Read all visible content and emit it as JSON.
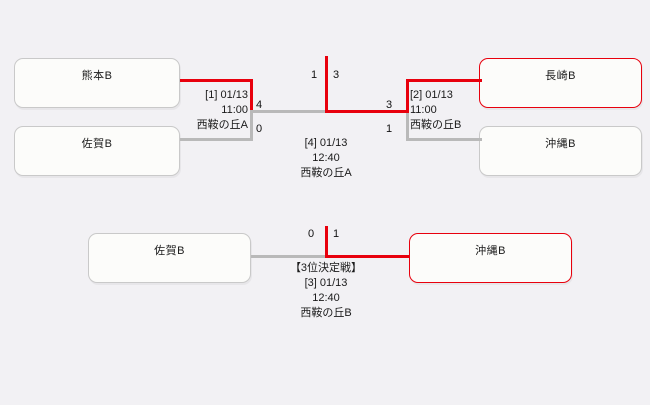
{
  "theme": {
    "background": "#f2f1f4",
    "winner_color": "#e8000d",
    "line_color": "#b9b9b9",
    "box_border": "#c9c9c9",
    "box_fill": "#fcfcfa",
    "text_color": "#1a1a1a"
  },
  "bracket": {
    "teams": {
      "semi1_top": "熊本B",
      "semi1_bottom": "佐賀B",
      "semi2_top": "長崎B",
      "semi2_bottom": "沖縄B",
      "third_left": "佐賀B",
      "third_right": "沖縄B"
    },
    "matches": [
      {
        "id": "match-1",
        "number": "[1] 01/13",
        "time": "11:00",
        "venue": "西鞍の丘A",
        "score_top": "4",
        "score_bottom": "0",
        "winner": "top"
      },
      {
        "id": "match-2",
        "number": "[2] 01/13",
        "time": "11:00",
        "venue": "西鞍の丘B",
        "score_top": "3",
        "score_bottom": "1",
        "winner": "top"
      },
      {
        "id": "match-3",
        "title": "【3位決定戦】",
        "number": "[3] 01/13",
        "time": "12:40",
        "venue": "西鞍の丘B",
        "score_left": "0",
        "score_right": "1",
        "winner": "right"
      },
      {
        "id": "match-4",
        "number": "[4] 01/13",
        "time": "12:40",
        "venue": "西鞍の丘A",
        "score_left": "1",
        "score_right": "3",
        "winner": "right"
      }
    ]
  }
}
